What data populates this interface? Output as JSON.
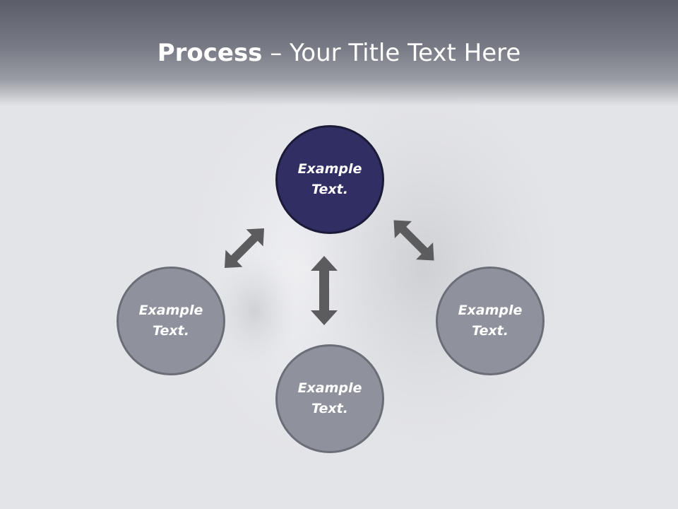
{
  "slide": {
    "title_bold": "Process",
    "title_rest": " – Your Title Text Here"
  },
  "nodes": {
    "top": "Example Text.",
    "left": "Example Text.",
    "right": "Example Text.",
    "bottom": "Example Text."
  },
  "colors": {
    "accent_circle": "#312e63",
    "muted_circle": "#8f929c",
    "arrow": "#5c5c5e",
    "title_bar": "#6b6e78"
  }
}
